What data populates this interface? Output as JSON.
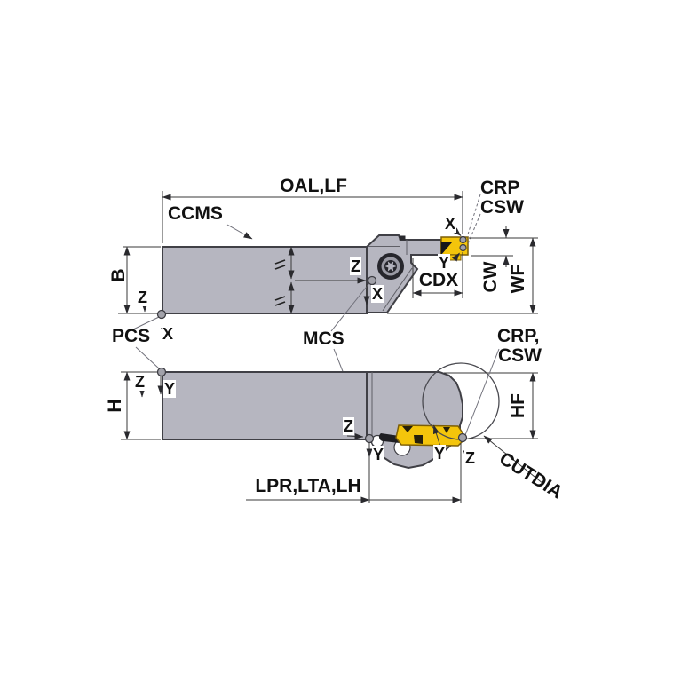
{
  "colors": {
    "body_fill": "#b6b6c0",
    "body_outline": "#404046",
    "insert_fill": "#f4c50b",
    "insert_dark": "#26200a",
    "dim_line": "#3a3a3a",
    "label_text": "#111111",
    "leader": "#70707a",
    "screw_dark": "#26262c",
    "screw_light": "#9a9aa4",
    "ref_point_fill": "#a2a2aa",
    "background": "#ffffff"
  },
  "top_view": {
    "dim_oal": "OAL,LF",
    "label_ccms": "CCMS",
    "label_crp": "CRP",
    "label_csw": "CSW",
    "label_x_tip": "X",
    "label_y_tip": "Y",
    "dim_cdx": "CDX",
    "dim_cw": "CW",
    "dim_wf": "WF",
    "dim_b": "B",
    "label_pcs": "PCS",
    "label_mcs": "MCS",
    "axis_pcs_z": "Z",
    "axis_pcs_x": "X",
    "axis_mcs_z": "Z",
    "axis_mcs_x": "X"
  },
  "bottom_view": {
    "dim_h": "H",
    "dim_hf": "HF",
    "label_crp_line1": "CRP,",
    "label_crp_line2": "CSW",
    "label_cutdia": "CUTDIA",
    "dim_lpr": "LPR,LTA,LH",
    "axis_pcs_z": "Z",
    "axis_pcs_y": "Y",
    "axis_mcs_z": "Z",
    "axis_mcs_y": "Y",
    "axis_tip_y": "Y",
    "axis_tip_z": "Z"
  }
}
